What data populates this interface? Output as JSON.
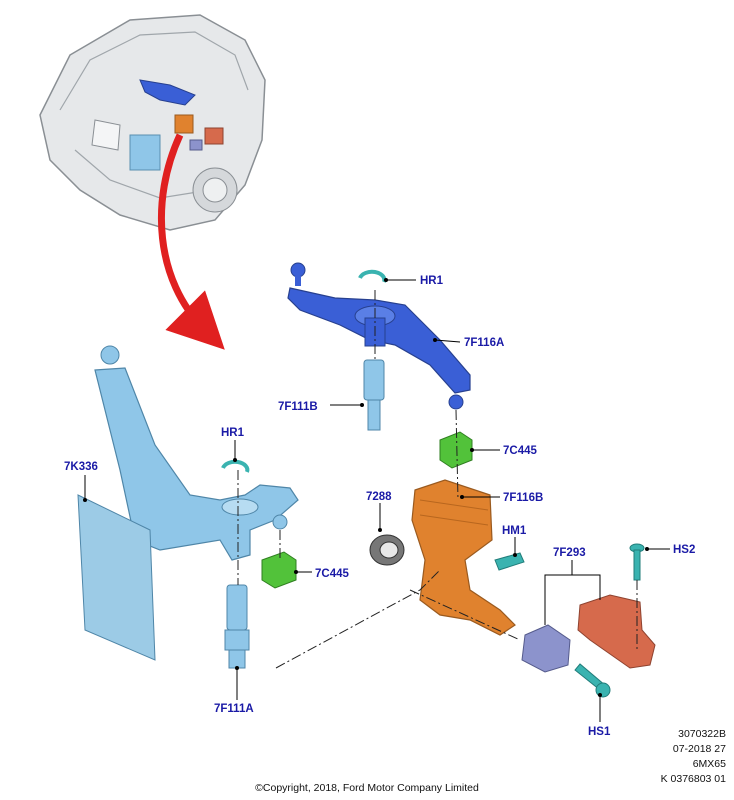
{
  "callouts": {
    "hr1_upper": "HR1",
    "f116a": "7F116A",
    "f111b": "7F111B",
    "c445_upper": "7C445",
    "k336": "7K336",
    "hr1_lower": "HR1",
    "c445_lower": "7C445",
    "f111a": "7F111A",
    "r7288": "7288",
    "f116b": "7F116B",
    "hm1": "HM1",
    "f293": "7F293",
    "hs2": "HS2",
    "hs1": "HS1"
  },
  "reference": {
    "line1": "3070322B",
    "line2": "07-2018 27",
    "line3": "6MX65",
    "line4": "K 0376803 01"
  },
  "copyright": "©Copyright, 2018, Ford Motor Company Limited",
  "colors": {
    "callout_text": "#1a1aa6",
    "blue_part": "#3a5fd6",
    "light_blue_part": "#8fc6e8",
    "green_part": "#52c23a",
    "orange_part": "#e0822e",
    "red_part": "#d66a4c",
    "purple_part": "#8c93cc",
    "teal_part": "#3ab3b0",
    "arrow": "#e02020"
  }
}
